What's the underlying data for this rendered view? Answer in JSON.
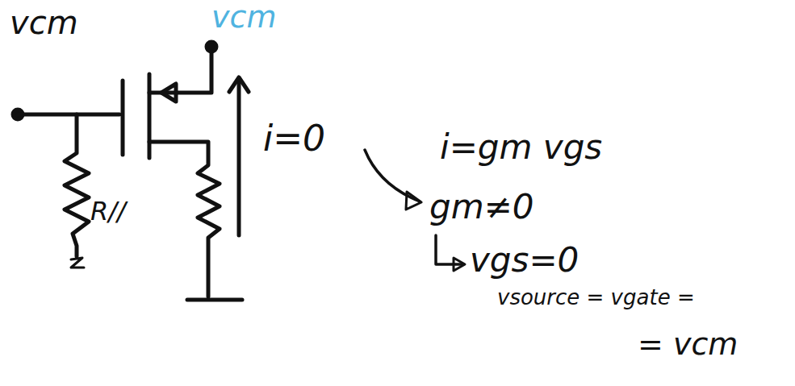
{
  "diagram": {
    "labels": [
      "vcm",
      "vcm",
      "R//",
      "i=0",
      "i=gm vgs",
      "gm≠0",
      "vgs=0",
      "vsource = vgate =",
      "= vcm"
    ]
  }
}
